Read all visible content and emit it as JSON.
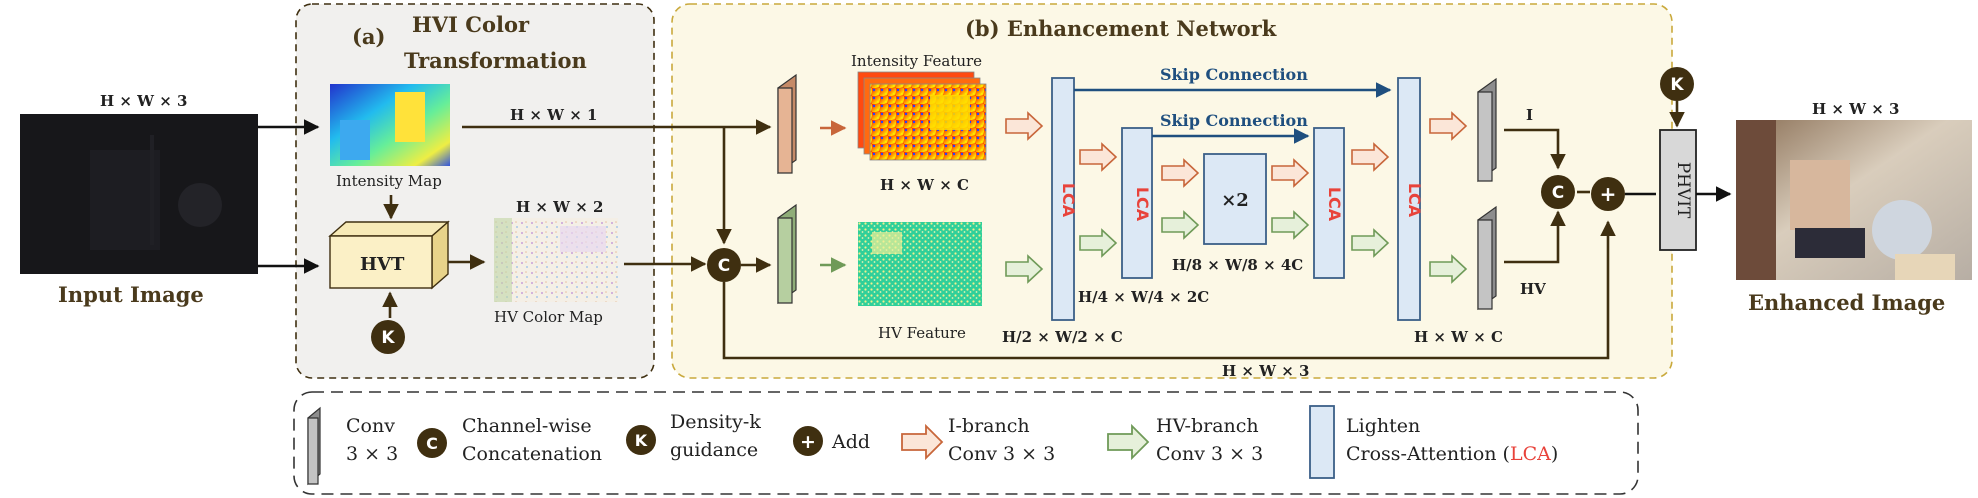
{
  "panel_a": {
    "label": "(a)",
    "title_line1": "HVI Color",
    "title_line2": "Transformation"
  },
  "panel_b": {
    "title": "(b) Enhancement Network"
  },
  "input": {
    "dims": "H × W × 3",
    "caption": "Input Image"
  },
  "intensity_map": {
    "caption": "Intensity Map"
  },
  "hvt": {
    "label": "HVT"
  },
  "hv_color_map": {
    "dims": "H × W × 2",
    "caption": "HV Color Map"
  },
  "intensity_dims": "H × W × 1",
  "intensity_feature": {
    "title": "Intensity Feature",
    "dims": "H × W × C"
  },
  "hv_feature": {
    "caption": "HV Feature"
  },
  "skip1": "Skip Connection",
  "skip2": "Skip Connection",
  "lca": "LCA",
  "x2": "×2",
  "dims_h2": "H/2 × W/2 × C",
  "dims_h4": "H/4 × W/4 × 2C",
  "dims_h8": "H/8 × W/8 × 4C",
  "dims_hwc": "H × W × C",
  "branch_i": "I",
  "branch_hv": "HV",
  "bottom_dims": "H × W × 3",
  "phvit": {
    "label": "PHVIT"
  },
  "output": {
    "dims": "H × W × 3",
    "caption": "Enhanced Image"
  },
  "symbols": {
    "concat": "C",
    "k": "K",
    "add": "+"
  },
  "legend": {
    "conv_l1": "Conv",
    "conv_l2": "3 × 3",
    "concat_l1": "Channel-wise",
    "concat_l2": "Concatenation",
    "density_l1": "Density-k",
    "density_l2": "guidance",
    "add": "Add",
    "ibranch_l1": "I-branch",
    "ibranch_l2": "Conv 3 × 3",
    "hvbranch_l1": "HV-branch",
    "hvbranch_l2": "Conv 3 × 3",
    "lca_l1": "Lighten",
    "lca_l2_pre": "Cross-Attention (",
    "lca_l2_red": "LCA",
    "lca_l2_post": ")"
  },
  "colors": {
    "dark_brown": "#3f2f10",
    "panel_a_bg": "#f1f0ee",
    "panel_b_bg": "#fcf8e6",
    "panel_b_border": "#c9a93c",
    "lca_fill": "#dce8f5",
    "lca_stroke": "#3b5f88",
    "skip_arrow": "#1f4f7f",
    "lca_text": "#e8433b",
    "i_conv": "#e0a888",
    "hv_conv": "#b6cfa0"
  }
}
